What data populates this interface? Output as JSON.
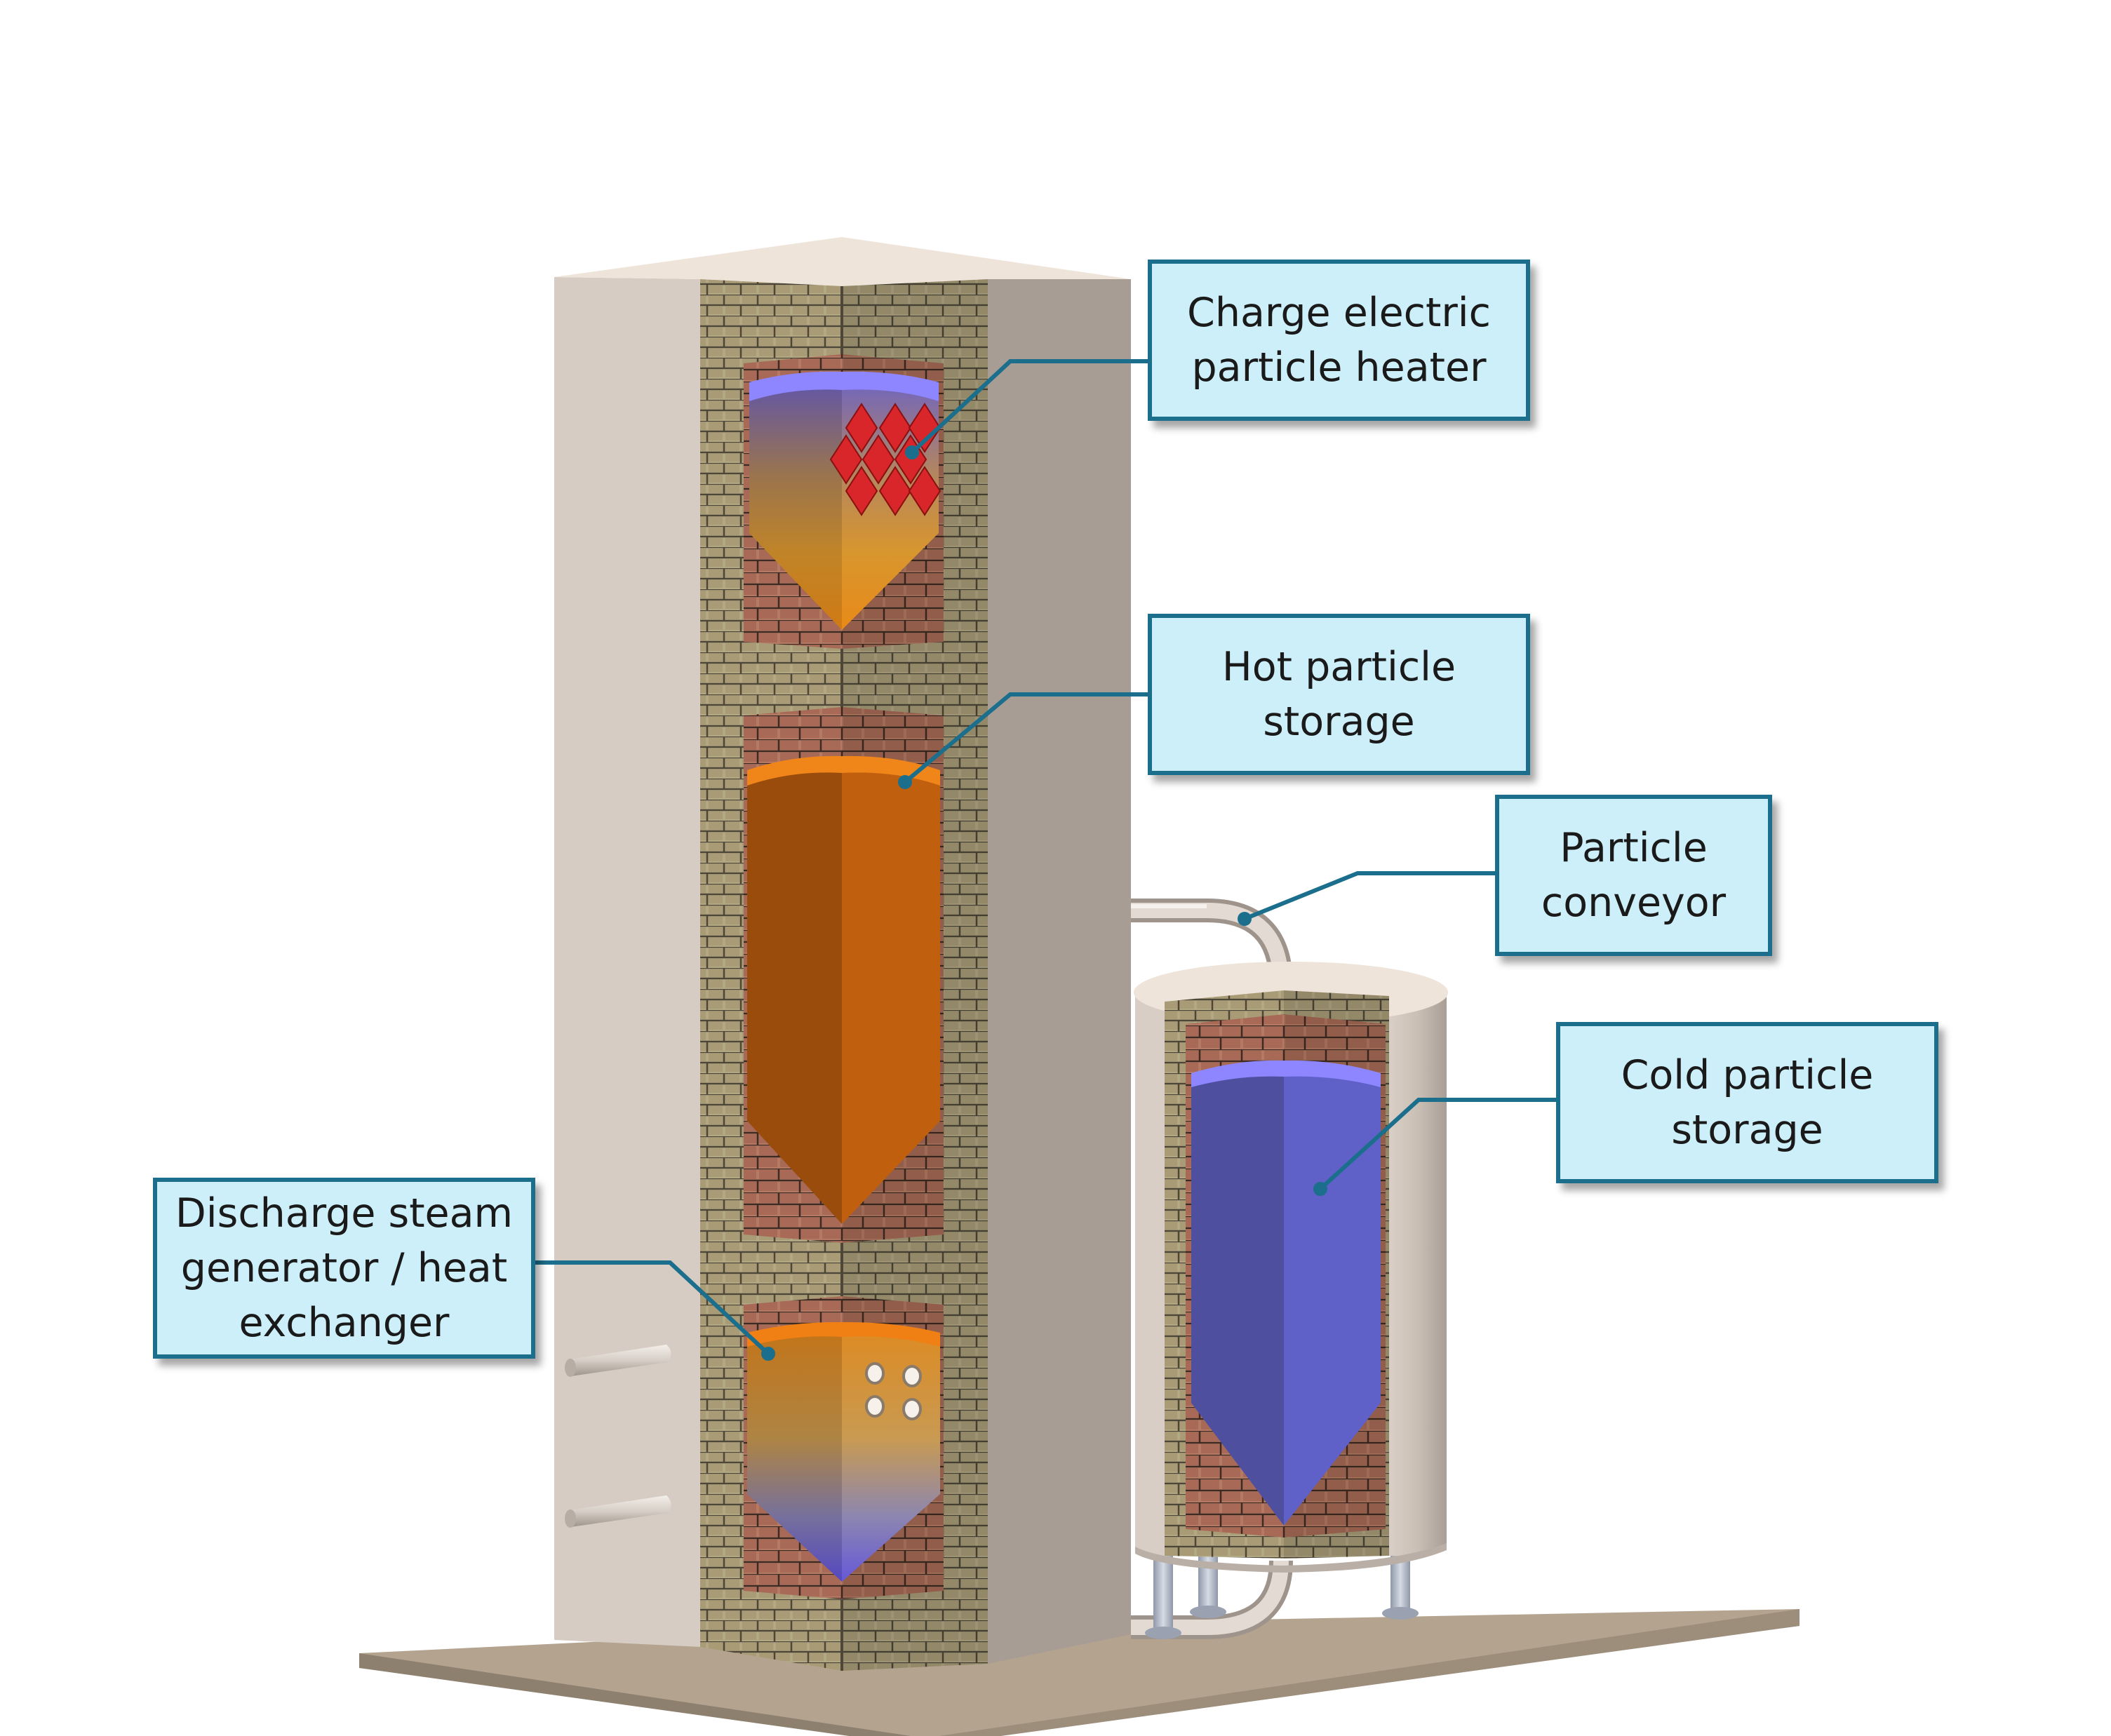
{
  "callouts": {
    "heater": {
      "line1": "Charge electric",
      "line2": "particle heater"
    },
    "hot": {
      "line1": "Hot particle",
      "line2": "storage"
    },
    "conveyor": {
      "line1": "Particle",
      "line2": "conveyor"
    },
    "cold": {
      "line1": "Cold particle",
      "line2": "storage"
    },
    "discharge": {
      "line1": "Discharge steam",
      "line2": "generator / heat",
      "line3": "exchanger"
    }
  },
  "colors": {
    "callout_fill": "#cdeffa",
    "callout_border": "#1b6f8c",
    "leader_line": "#1b6f8c",
    "hot_particles": "#c0600e",
    "cold_particles": "#6061c8",
    "heater_elements": "#d8262a",
    "firebrick": "#a86a56",
    "insulating_brick": "#a89b76",
    "concrete_shell": "#cdc2b8",
    "ground_slab": "#b3a38f"
  }
}
